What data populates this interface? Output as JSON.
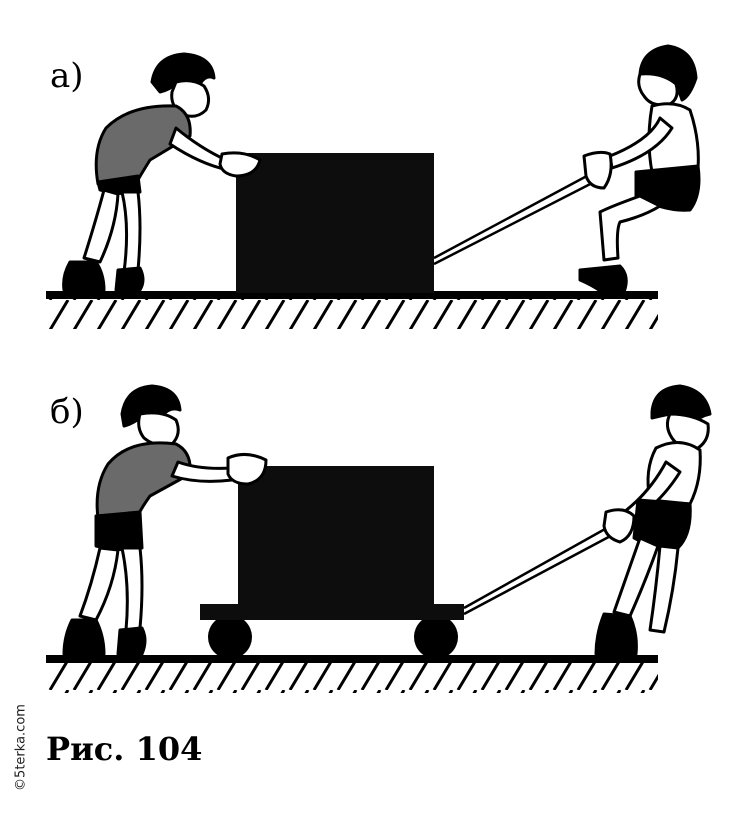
{
  "panels": [
    {
      "label": "а)"
    },
    {
      "label": "б)"
    }
  ],
  "caption": "Рис. 104",
  "watermark": "©5terka.com",
  "colors": {
    "ink": "#000000",
    "box": "#0d0d0d",
    "shirt": "#6a6a6a",
    "paper": "#ffffff"
  }
}
